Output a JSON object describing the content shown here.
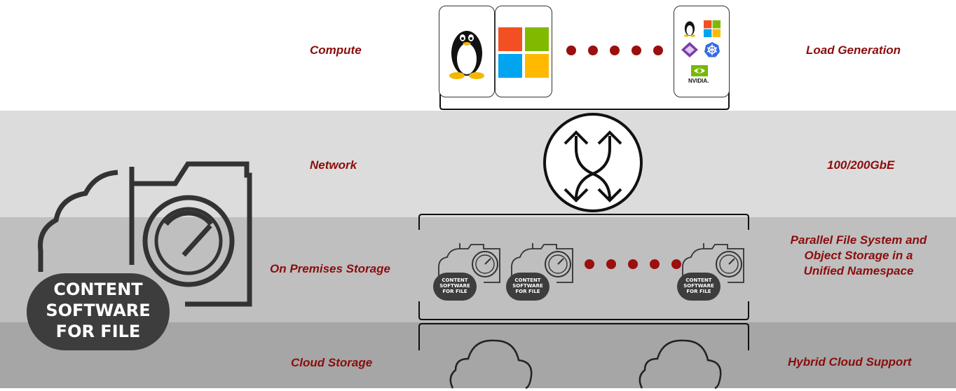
{
  "layers": {
    "compute": {
      "label": "Compute",
      "description": "Load Generation"
    },
    "network": {
      "label": "Network",
      "description": "100/200GbE"
    },
    "storage": {
      "label": "On Premises Storage",
      "description_lines": [
        "Parallel File System and",
        "Object Storage in a",
        "Unified Namespace"
      ]
    },
    "cloud": {
      "label": "Cloud Storage",
      "description": "Hybrid Cloud Support"
    }
  },
  "logo": {
    "lines": [
      "CONTENT",
      "SOFTWARE",
      "FOR FILE"
    ]
  },
  "node_logo": {
    "lines": [
      "CONTENT",
      "SOFTWARE",
      "FOR FILE"
    ]
  },
  "nvidia_text": "NVIDIA.",
  "icons": [
    "linux-penguin-icon",
    "windows-icon",
    "kubernetes-icon",
    "nvidia-icon",
    "network-switch-icon",
    "cloud-icon",
    "gauge-icon",
    "folder-icon"
  ],
  "colors": {
    "accent": "#8b0d0d",
    "dot": "#9b0f0f",
    "band_network": "#dcdcdc",
    "band_storage": "#bfbfbf",
    "band_cloud": "#a6a6a6",
    "logo_dark": "#3d3d3d"
  }
}
